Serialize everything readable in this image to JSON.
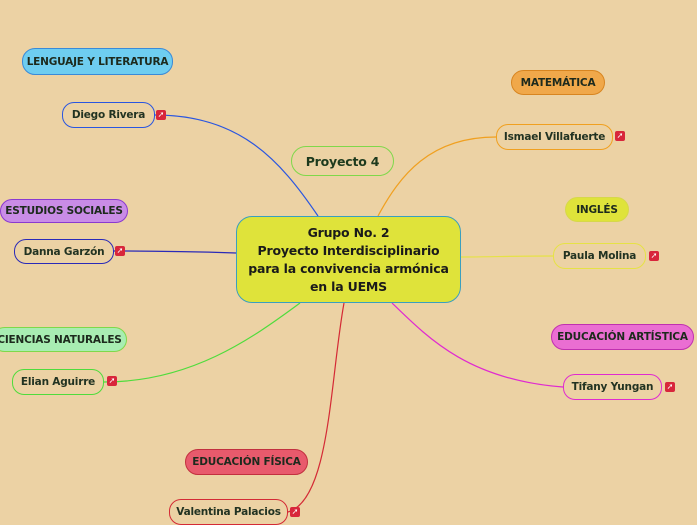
{
  "central": {
    "lines": [
      "Grupo No. 2",
      "Proyecto Interdisciplinario",
      "para la convivencia armónica",
      "en la UEMS"
    ]
  },
  "project": {
    "label": "Proyecto 4"
  },
  "subjects": {
    "lenguaje": "LENGUAJE Y LITERATURA",
    "estudios": "ESTUDIOS SOCIALES",
    "ciencias": "CIENCIAS NATURALES",
    "fisica": "EDUCACIÓN FÍSICA",
    "matematica": "MATEMÁTICA",
    "ingles": "INGLÉS",
    "artistica": "EDUCACIÓN ARTÍSTICA"
  },
  "people": {
    "diego": "Diego Rivera",
    "danna": "Danna Garzón",
    "elian": "Elian Aguirre",
    "valentina": "Valentina Palacios",
    "ismael": "Ismael Villafuerte",
    "paula": "Paula Molina",
    "tifany": "Tifany Yungan"
  },
  "colors": {
    "background": "#ecd2a4",
    "central_fill": "#dfe33a",
    "lenguaje": "#6ecdf0",
    "estudios": "#c98ce6",
    "ciencias": "#a8edb2",
    "fisica": "#e85a6c",
    "matematica": "#f0a84a",
    "ingles": "#dfe33a",
    "artistica": "#ea6ed2",
    "badge": "#d8263b"
  },
  "icons": {
    "link_badge": "link-badge-icon"
  }
}
